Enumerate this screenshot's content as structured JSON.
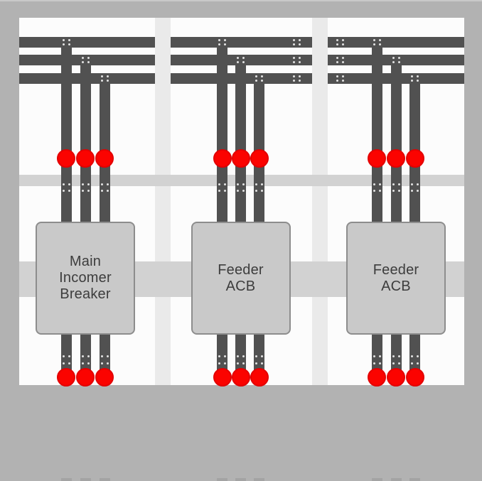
{
  "diagram": {
    "type": "electrical-switchboard-busbar-diagram",
    "horizontal_busbars_per_panel": 3,
    "vertical_busbars_per_panel": 3,
    "panels": [
      {
        "name": "main-incomer-panel",
        "label": "Main\nIncomer\nBreaker",
        "top_joint_markers": 3,
        "bottom_joint_markers": 3
      },
      {
        "name": "feeder-panel-1",
        "label": "Feeder\nACB",
        "top_joint_markers": 3,
        "bottom_joint_markers": 3
      },
      {
        "name": "feeder-panel-2",
        "label": "Feeder\nACB",
        "top_joint_markers": 3,
        "bottom_joint_markers": 3
      }
    ],
    "colors": {
      "busbar": "#515151",
      "joint_marker_fill": "#fb0300",
      "joint_marker_ring": "#e30000",
      "bolt_dot": "#e3e3e3",
      "enclosure_fill": "#c9c9c9",
      "enclosure_border": "#8d8d8d",
      "panel_background": "#fcfcfc",
      "panel_divider": "#eaeaea",
      "rail": "#d2d2d2",
      "outer_background": "#b2b2b2",
      "label_text": "#3d3d3d"
    }
  }
}
